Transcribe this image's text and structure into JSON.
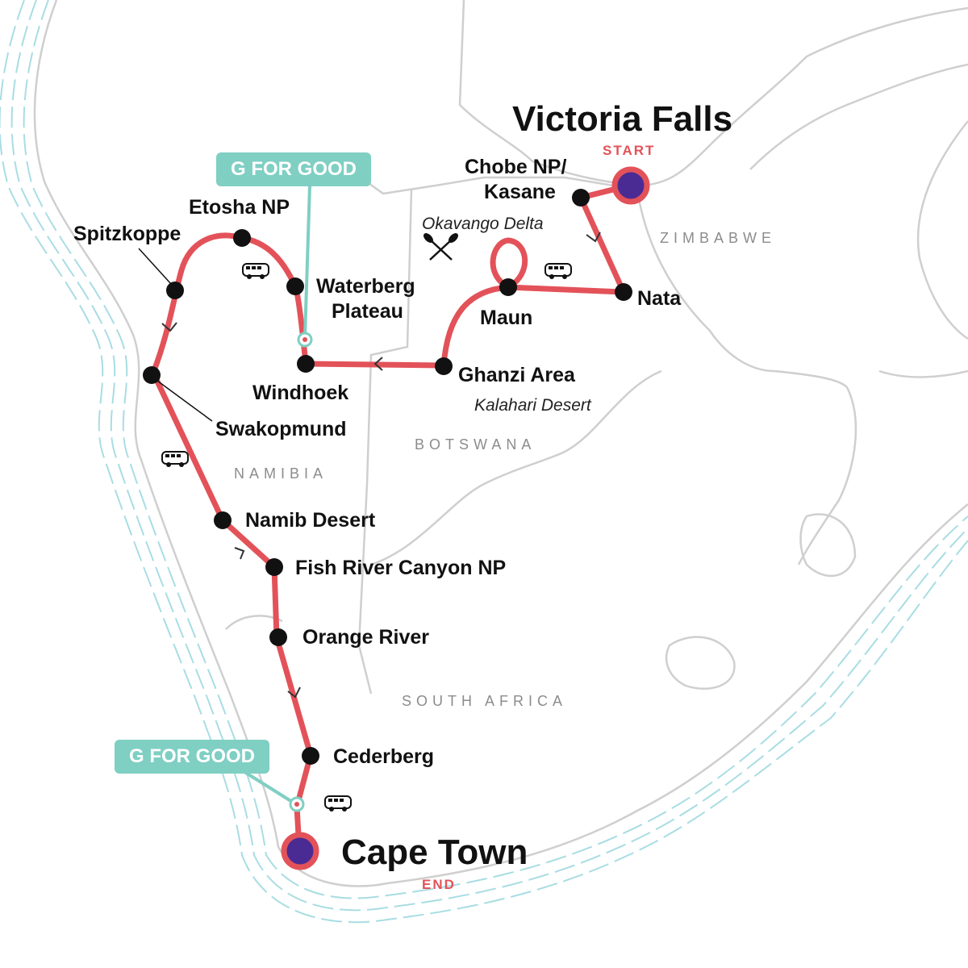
{
  "badges": {
    "g_for_good": "G FOR GOOD"
  },
  "markers": {
    "start": "START",
    "end": "END"
  },
  "places": {
    "victoria_falls": "Victoria Falls",
    "cape_town": "Cape Town",
    "chobe_1": "Chobe NP/",
    "chobe_2": "Kasane",
    "etosha": "Etosha NP",
    "spitzkoppe": "Spitzkoppe",
    "waterberg_1": "Waterberg",
    "waterberg_2": "Plateau",
    "windhoek": "Windhoek",
    "swakopmund": "Swakopmund",
    "namib": "Namib Desert",
    "fish_river": "Fish River Canyon NP",
    "orange": "Orange River",
    "cederberg": "Cederberg",
    "nata": "Nata",
    "maun": "Maun",
    "ghanzi": "Ghanzi Area"
  },
  "regions": {
    "okavango": "Okavango Delta",
    "kalahari": "Kalahari Desert"
  },
  "countries": {
    "zimbabwe": "ZIMBABWE",
    "botswana": "BOTSWANA",
    "namibia": "NAMIBIA",
    "south_africa": "SOUTH AFRICA"
  },
  "icons": {
    "transport": "bus-icon",
    "activity": "canoe-paddles-icon",
    "stop": "stop-dot-icon"
  },
  "colors": {
    "route": "#e35259",
    "g_for_good": "#7fcfc3",
    "endpoint": "#4a2b94",
    "border": "#cfcfcf",
    "coast": "#a8dde3"
  }
}
